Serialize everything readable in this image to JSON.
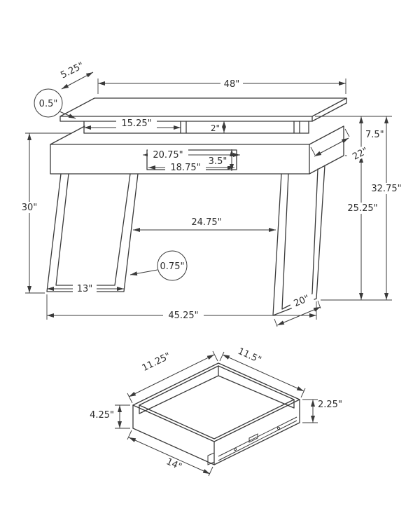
{
  "figure": {
    "background": "#ffffff",
    "stroke_color": "#3a3a3a"
  },
  "desk": {
    "dims": {
      "top_width": "48\"",
      "hutch_depth": "5.25\"",
      "top_thickness": "0.5\"",
      "cubby_width": "15.25\"",
      "cubby_height": "2\"",
      "hutch_height": "7.5\"",
      "desk_depth": "22\"",
      "overall_height": "32.75\"",
      "clearance": "25.25\"",
      "desk_height": "30\"",
      "drawer_outer": "20.75\"",
      "drawer_inner": "18.75\"",
      "drawer_height": "3.5\"",
      "leg_gap": "24.75\"",
      "frame_thickness": "0.75\"",
      "foot_width": "13\"",
      "foot_depth": "20\"",
      "base_width": "45.25\""
    }
  },
  "drawer": {
    "dims": {
      "top_width": "11.25\"",
      "top_depth": "11.5\"",
      "side_height": "4.25\"",
      "inner_height": "2.25\"",
      "bottom_width": "14\""
    }
  }
}
